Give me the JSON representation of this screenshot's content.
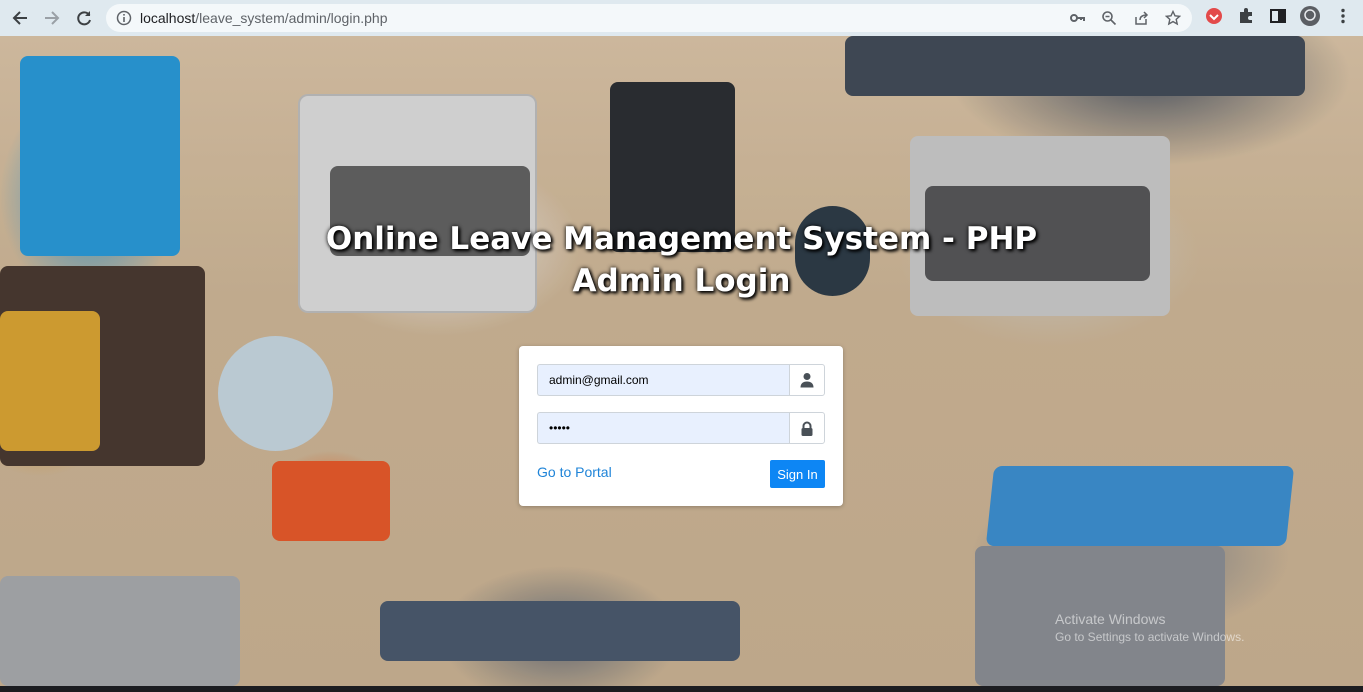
{
  "browser": {
    "url_host": "localhost",
    "url_path": "/leave_system/admin/login.php",
    "icons": [
      "back-icon",
      "forward-icon",
      "reload-icon",
      "info-icon",
      "key-icon",
      "zoom-icon",
      "share-icon",
      "star-icon",
      "extension-red-icon",
      "puzzle-icon",
      "sidebar-icon",
      "profile-icon",
      "menu-icon"
    ]
  },
  "page": {
    "title_line1": "Online Leave Management System - PHP",
    "title_line2": "Admin Login"
  },
  "login": {
    "email_value": "admin@gmail.com",
    "password_value": "•••••",
    "portal_link": "Go to Portal",
    "signin_label": "Sign In"
  },
  "watermark": {
    "line1": "Activate Windows",
    "line2": "Go to Settings to activate Windows."
  },
  "colors": {
    "chrome_bg": "#dfe9ef",
    "input_bg": "#e8f0fe",
    "link": "#1f84d8",
    "button": "#0d86f4"
  }
}
